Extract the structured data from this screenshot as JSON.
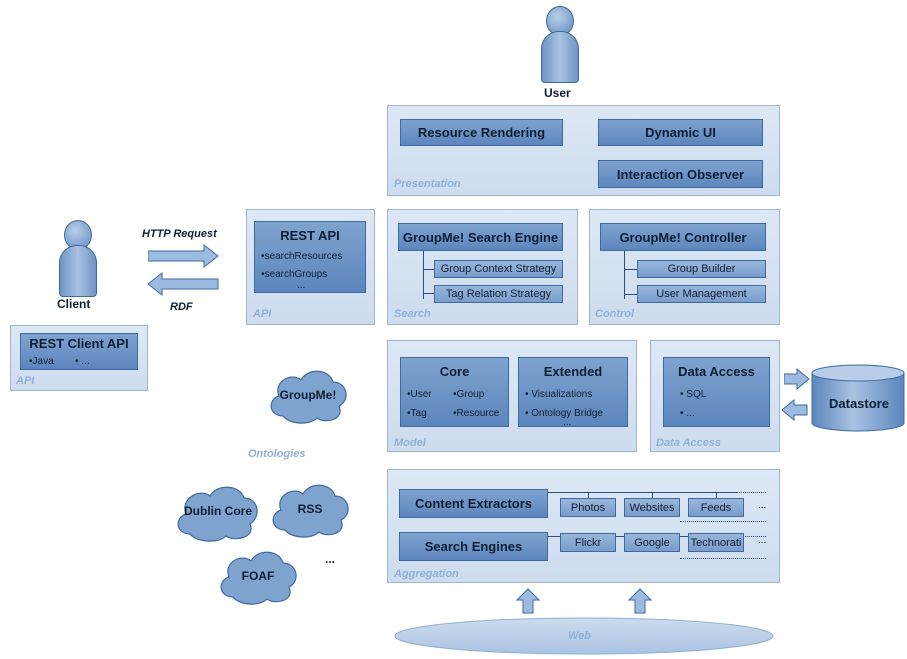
{
  "user": {
    "label": "User"
  },
  "presentation": {
    "label": "Presentation",
    "resource_rendering": "Resource Rendering",
    "dynamic_ui": "Dynamic UI",
    "interaction_observer": "Interaction Observer"
  },
  "client": {
    "label": "Client",
    "http_request": "HTTP Request",
    "rdf": "RDF",
    "rest_client_api": {
      "title": "REST Client API",
      "items": [
        "•Java",
        "• ..."
      ],
      "layer_label": "API"
    }
  },
  "api": {
    "label": "API",
    "rest_api": {
      "title": "REST API",
      "items": [
        "•searchResources",
        "•searchGroups",
        "..."
      ]
    }
  },
  "search": {
    "label": "Search",
    "engine": "GroupMe! Search Engine",
    "strategies": [
      "Group Context Strategy",
      "Tag Relation Strategy"
    ]
  },
  "control": {
    "label": "Control",
    "controller": "GroupMe! Controller",
    "parts": [
      "Group Builder",
      "User Management"
    ]
  },
  "model": {
    "label": "Model",
    "core": {
      "title": "Core",
      "items": [
        "•User",
        "•Group",
        "•Tag",
        "•Resource"
      ]
    },
    "extended": {
      "title": "Extended",
      "items": [
        "• Visualizations",
        "• Ontology Bridge",
        "..."
      ]
    }
  },
  "data_access": {
    "label": "Data Access",
    "box": {
      "title": "Data Access",
      "items": [
        "• SQL",
        "• ..."
      ]
    },
    "datastore": "Datastore"
  },
  "ontologies": {
    "label": "Ontologies",
    "clouds": [
      "GroupMe!",
      "Dublin Core",
      "RSS",
      "FOAF"
    ],
    "more": "..."
  },
  "aggregation": {
    "label": "Aggregation",
    "content_extractors": "Content Extractors",
    "extractor_sources": [
      "Photos",
      "Websites",
      "Feeds"
    ],
    "search_engines": "Search Engines",
    "engine_sources": [
      "Flickr",
      "Google",
      "Technorati"
    ],
    "more": "..."
  },
  "web": {
    "label": "Web"
  },
  "colors": {
    "panel": "#dde8f5",
    "component": "#6a90c4",
    "border": "#3d6aa3",
    "panel_label": "#8fb0d6"
  }
}
